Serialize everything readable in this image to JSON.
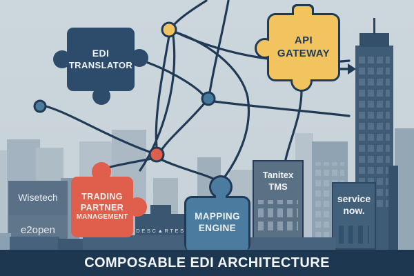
{
  "banner": {
    "title": "COMPOSABLE EDI ARCHITECTURE"
  },
  "pieces": {
    "edi_translator": {
      "line1": "EDI",
      "line2": "TRANSLATOR"
    },
    "api_gateway": {
      "line1": "API",
      "line2": "GATEWAY"
    },
    "trading_partner": {
      "line1": "TRADING",
      "line2": "PARTNER",
      "line3": "MANAGEMENT"
    },
    "mapping_engine": {
      "line1": "MAPPING",
      "line2": "ENGINE"
    }
  },
  "vendor_logos": {
    "wisetech": "Wisetech",
    "e2open": "e2open",
    "descartes": "DESC▲RTES",
    "tanitex": {
      "line1": "Tanitex",
      "line2": "TMS"
    },
    "servicenow": {
      "line1": "service",
      "line2": "now."
    }
  },
  "icons": {
    "flow_arrow": "right-arrow"
  },
  "colors": {
    "edi_piece": "#2d4b6b",
    "api_piece": "#f1c45f",
    "trading_piece": "#df5f4c",
    "mapping_piece": "#4b7ca0",
    "connector_line": "#203a56",
    "node_yellow": "#f1c45f",
    "node_blue": "#46799e",
    "node_red": "#df5f4c",
    "node_steel": "#4b7ca0",
    "banner_bg": "#1d3751",
    "sky": "#ccd7dd"
  }
}
